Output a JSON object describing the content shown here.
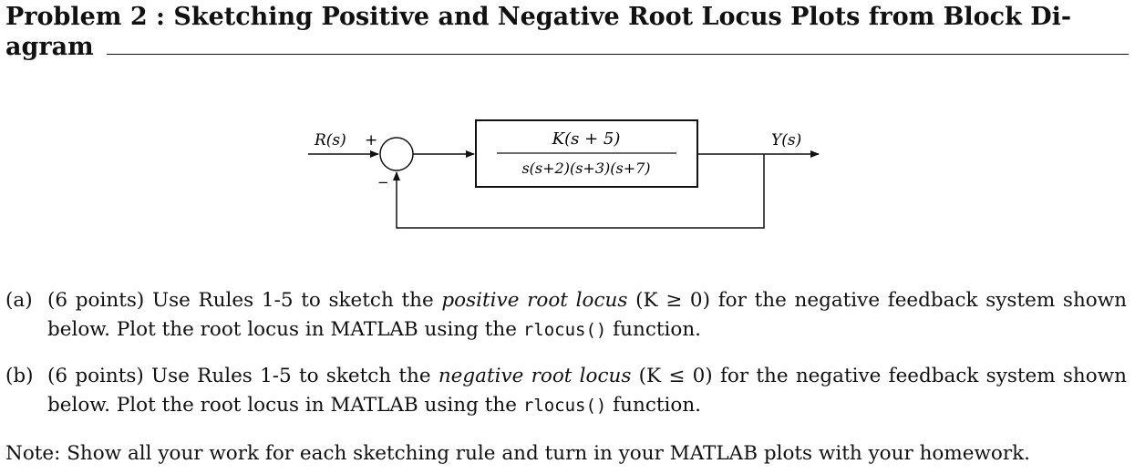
{
  "problem": {
    "title_line1": "Problem 2 : Sketching Positive and Negative Root Locus Plots from Block Di-",
    "title_line2": "agram"
  },
  "diagram": {
    "input_label": "R(s)",
    "plus_sign": "+",
    "minus_sign": "−",
    "tf_numerator": "K(s + 5)",
    "tf_denominator": "s(s+2)(s+3)(s+7)",
    "output_label": "Y(s)"
  },
  "parts": [
    {
      "label": "(a)",
      "points": "(6 points) Use Rules 1-5 to sketch the",
      "emph": "positive root locus",
      "condition": "(K ≥ 0)",
      "rest": "for the negative feedback system shown below. Plot the root locus in MATLAB using the",
      "code": "rlocus()",
      "end": "function."
    },
    {
      "label": "(b)",
      "points": "(6 points) Use Rules 1-5 to sketch the",
      "emph": "negative root locus",
      "condition": "(K ≤ 0)",
      "rest": "for the negative feedback system shown below. Plot the root locus in MATLAB using the",
      "code": "rlocus()",
      "end": "function."
    }
  ],
  "note": "Note: Show all your work for each sketching rule and turn in your MATLAB plots with your homework."
}
